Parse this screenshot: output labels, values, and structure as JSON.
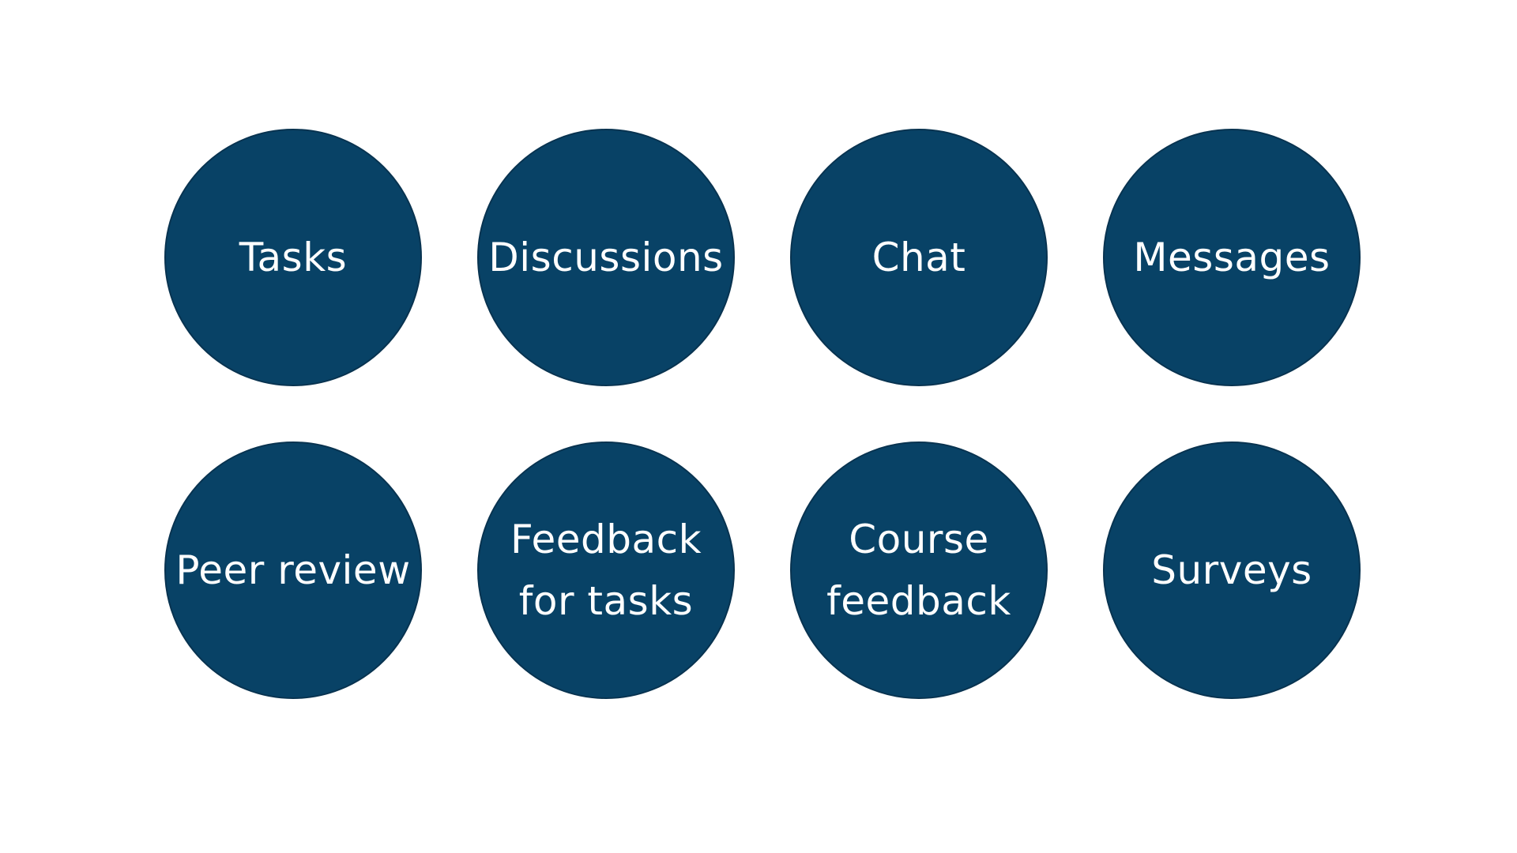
{
  "colors": {
    "background": "#ffffff",
    "circle_fill": "#084266",
    "text": "#ffffff"
  },
  "items": [
    {
      "label": "Tasks"
    },
    {
      "label": "Discussions"
    },
    {
      "label": "Chat"
    },
    {
      "label": "Messages"
    },
    {
      "label": "Peer review"
    },
    {
      "label": "Feedback\nfor tasks"
    },
    {
      "label": "Course\nfeedback"
    },
    {
      "label": "Surveys"
    }
  ]
}
